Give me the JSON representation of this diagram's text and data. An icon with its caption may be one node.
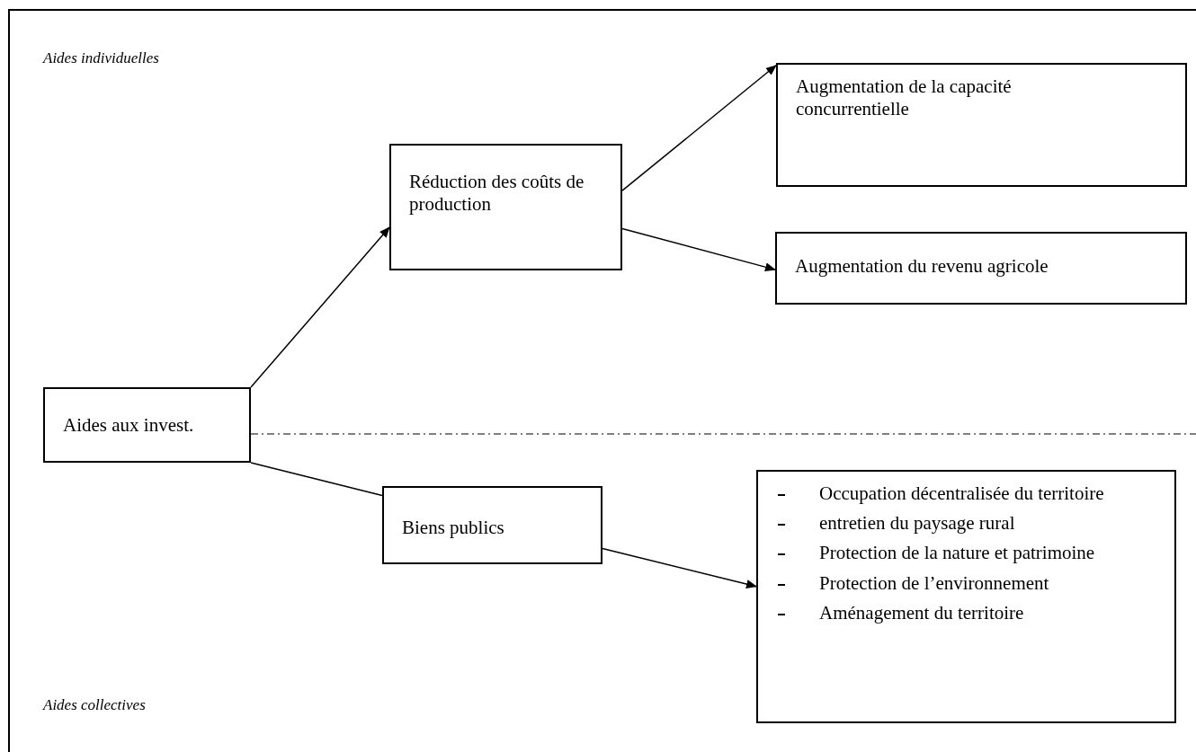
{
  "diagram": {
    "nodes": [
      {
        "text": [
          "Aides aux invest."
        ]
      },
      {
        "text": [
          "Réduction des coûts de production"
        ]
      },
      {
        "text": [
          "Augmentation de la capacité concurrentielle"
        ]
      },
      {
        "text": [
          "Augmentation du revenu agricole"
        ]
      },
      {
        "text": [
          "Biens publics"
        ]
      },
      {
        "text": [
          "Occupation décentralisée du territoire",
          "entretien du paysage rural",
          "Protection de la nature et patrimoine",
          "Protection de l’environnement",
          "Aménagement du territoire"
        ]
      }
    ],
    "edges": [
      {
        "from": 0,
        "to": 1,
        "arrow": "to"
      },
      {
        "from": 1,
        "to": 2,
        "arrow": "to"
      },
      {
        "from": 1,
        "to": 3,
        "arrow": "to"
      },
      {
        "from": 0,
        "to": 4,
        "arrow": "none"
      },
      {
        "from": 4,
        "to": 5,
        "arrow": "to"
      }
    ],
    "labels": [
      "Aides individuelles",
      "Aides collectives"
    ]
  }
}
